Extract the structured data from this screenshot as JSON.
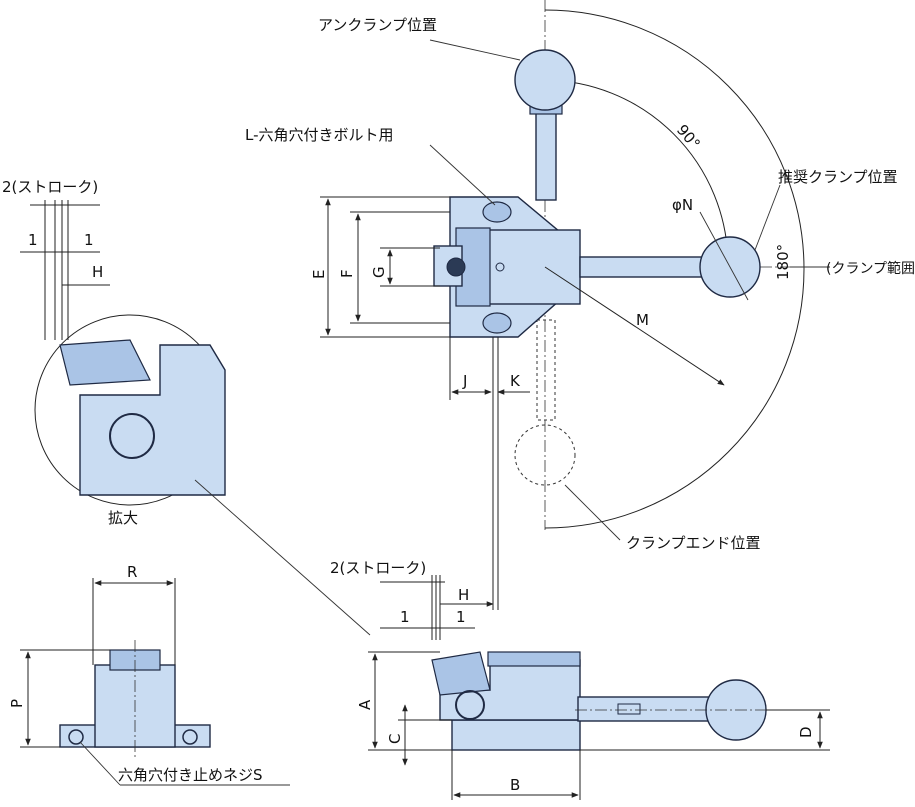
{
  "labels": {
    "unclamp_position": "アンクランプ位置",
    "bolt_for": "L-六角穴付きボルト用",
    "stroke_top": "2(ストローク)",
    "stroke_bottom": "2(ストローク)",
    "recommended_clamp": "推奨クランプ位置",
    "clamp_range": "(クランプ範囲)",
    "clamp_end": "クランプエンド位置",
    "enlarged": "拡大",
    "set_screw": "六角穴付き止めネジS",
    "angle_90": "90°",
    "angle_180": "180°",
    "phi_n": "φN"
  },
  "dims": {
    "E": "E",
    "F": "F",
    "G": "G",
    "M": "M",
    "J": "J",
    "K": "K",
    "H_top": "H",
    "H_bottom": "H",
    "one_a": "1",
    "one_b": "1",
    "one_c": "1",
    "one_d": "1",
    "A": "A",
    "B": "B",
    "C": "C",
    "D": "D",
    "P": "P",
    "R": "R"
  },
  "colors": {
    "part": "#c9dcf2",
    "part_dark": "#aac4e6",
    "outline": "#1f2a44"
  }
}
